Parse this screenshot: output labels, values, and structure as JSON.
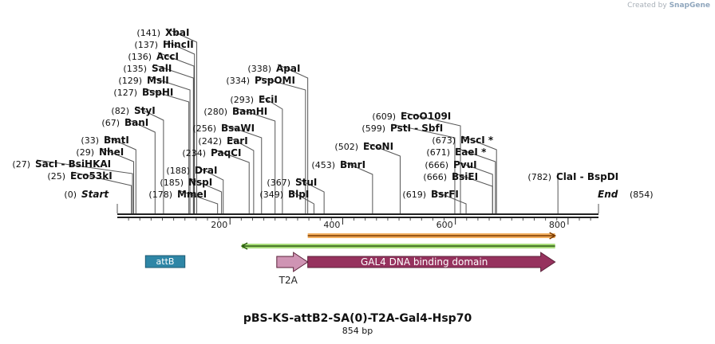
{
  "credit": {
    "prefix": "Created by",
    "brand": "SnapGene"
  },
  "plasmid": {
    "name": "pBS-KS-attB2-SA(0)-T2A-Gal4-Hsp70",
    "length_label": "854 bp",
    "length": 854
  },
  "ruler": {
    "ticks": [
      200,
      400,
      600,
      800
    ]
  },
  "sites": [
    {
      "pos": "(0)",
      "name": "Start",
      "bp": 0,
      "italic": true
    },
    {
      "pos": "(25)",
      "name": "Eco53kI",
      "bp": 25
    },
    {
      "pos": "(27)",
      "name": "SacI - BsiHKAI",
      "bp": 27
    },
    {
      "pos": "(29)",
      "name": "NheI",
      "bp": 29
    },
    {
      "pos": "(33)",
      "name": "BmtI",
      "bp": 33
    },
    {
      "pos": "(67)",
      "name": "BanI",
      "bp": 67
    },
    {
      "pos": "(82)",
      "name": "StyI",
      "bp": 82
    },
    {
      "pos": "(127)",
      "name": "BspHI",
      "bp": 127
    },
    {
      "pos": "(129)",
      "name": "MslI",
      "bp": 129
    },
    {
      "pos": "(135)",
      "name": "SalI",
      "bp": 135
    },
    {
      "pos": "(136)",
      "name": "AccI",
      "bp": 136
    },
    {
      "pos": "(137)",
      "name": "HincII",
      "bp": 137
    },
    {
      "pos": "(141)",
      "name": "XbaI",
      "bp": 141
    },
    {
      "pos": "(178)",
      "name": "MmeI",
      "bp": 178
    },
    {
      "pos": "(185)",
      "name": "NspI",
      "bp": 185
    },
    {
      "pos": "(188)",
      "name": "DraI",
      "bp": 188
    },
    {
      "pos": "(234)",
      "name": "PaqCI",
      "bp": 234
    },
    {
      "pos": "(242)",
      "name": "EarI",
      "bp": 242
    },
    {
      "pos": "(256)",
      "name": "BsaWI",
      "bp": 256
    },
    {
      "pos": "(280)",
      "name": "BamHI",
      "bp": 280
    },
    {
      "pos": "(293)",
      "name": "EciI",
      "bp": 293
    },
    {
      "pos": "(334)",
      "name": "PspOMI",
      "bp": 334
    },
    {
      "pos": "(338)",
      "name": "ApaI",
      "bp": 338
    },
    {
      "pos": "(349)",
      "name": "BlpI",
      "bp": 349
    },
    {
      "pos": "(367)",
      "name": "StuI",
      "bp": 367
    },
    {
      "pos": "(453)",
      "name": "BmrI",
      "bp": 453
    },
    {
      "pos": "(502)",
      "name": "EcoNI",
      "bp": 502
    },
    {
      "pos": "(599)",
      "name": "PstI - SbfI",
      "bp": 599
    },
    {
      "pos": "(609)",
      "name": "EcoO109I",
      "bp": 609
    },
    {
      "pos": "(619)",
      "name": "BsrFI",
      "bp": 619
    },
    {
      "pos": "(666)",
      "name": "BsiEI",
      "bp": 666
    },
    {
      "pos": "(666)",
      "name": "PvuI",
      "bp": 666
    },
    {
      "pos": "(671)",
      "name": "EaeI *",
      "bp": 671
    },
    {
      "pos": "(673)",
      "name": "MscI *",
      "bp": 673
    },
    {
      "pos": "(782)",
      "name": "ClaI - BspDI",
      "bp": 782
    },
    {
      "pos": "(854)",
      "name": "End",
      "bp": 854,
      "italic": true
    }
  ],
  "features": [
    {
      "name": "attB",
      "start": 50,
      "end": 120,
      "type": "box",
      "color": "#2e86a6"
    },
    {
      "name": "T2A",
      "start": 283,
      "end": 338,
      "type": "arrow",
      "color": "#cf94b4"
    },
    {
      "name": "GAL4 DNA binding domain",
      "start": 338,
      "end": 777,
      "type": "arrow",
      "color": "#96325e"
    }
  ],
  "orfs": [
    {
      "name": "orf-forward",
      "start": 338,
      "end": 777,
      "fill": "#f2ae5e",
      "stroke": "#7a3a00",
      "direction": "right"
    },
    {
      "name": "orf-reverse",
      "start": 221,
      "end": 777,
      "fill": "#a8dc7a",
      "stroke": "#2a5a10",
      "direction": "left"
    }
  ]
}
